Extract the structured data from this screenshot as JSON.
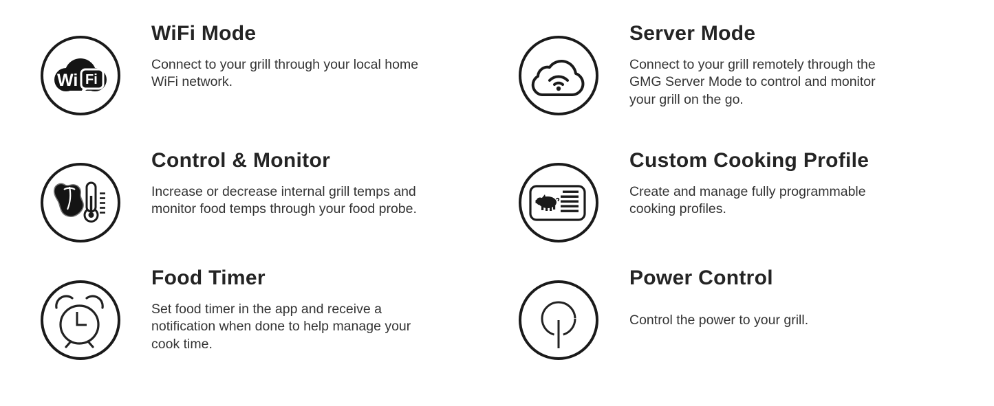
{
  "colors": {
    "background": "#ffffff",
    "icon_stroke": "#1a1a1a",
    "title_color": "#242424",
    "body_color": "#333333"
  },
  "features": [
    {
      "title": "WiFi Mode",
      "icon": "wifi-logo-icon",
      "description_lines": [
        "Connect to your grill through your local home",
        "WiFi network."
      ],
      "logo": {
        "wi": "Wi",
        "fi": "Fi"
      }
    },
    {
      "title": "Server Mode",
      "icon": "cloud-wifi-icon",
      "description_lines": [
        "Connect to your grill remotely through the",
        "GMG Server Mode to control and monitor",
        "your grill on the go."
      ]
    },
    {
      "title": "Control & Monitor",
      "icon": "steak-thermometer-icon",
      "description_lines": [
        "Increase or decrease internal grill temps and",
        "monitor food temps through your food probe."
      ]
    },
    {
      "title": "Custom Cooking Profile",
      "icon": "pig-profile-card-icon",
      "description_lines": [
        "Create and manage fully programmable",
        "cooking profiles."
      ]
    },
    {
      "title": "Food Timer",
      "icon": "alarm-clock-icon",
      "description_lines": [
        "Set food timer in the app and receive a",
        "notification when done to help manage your",
        "cook time."
      ]
    },
    {
      "title": "Power Control",
      "icon": "power-button-icon",
      "description_lines": [
        "Control the power to your grill."
      ]
    }
  ]
}
